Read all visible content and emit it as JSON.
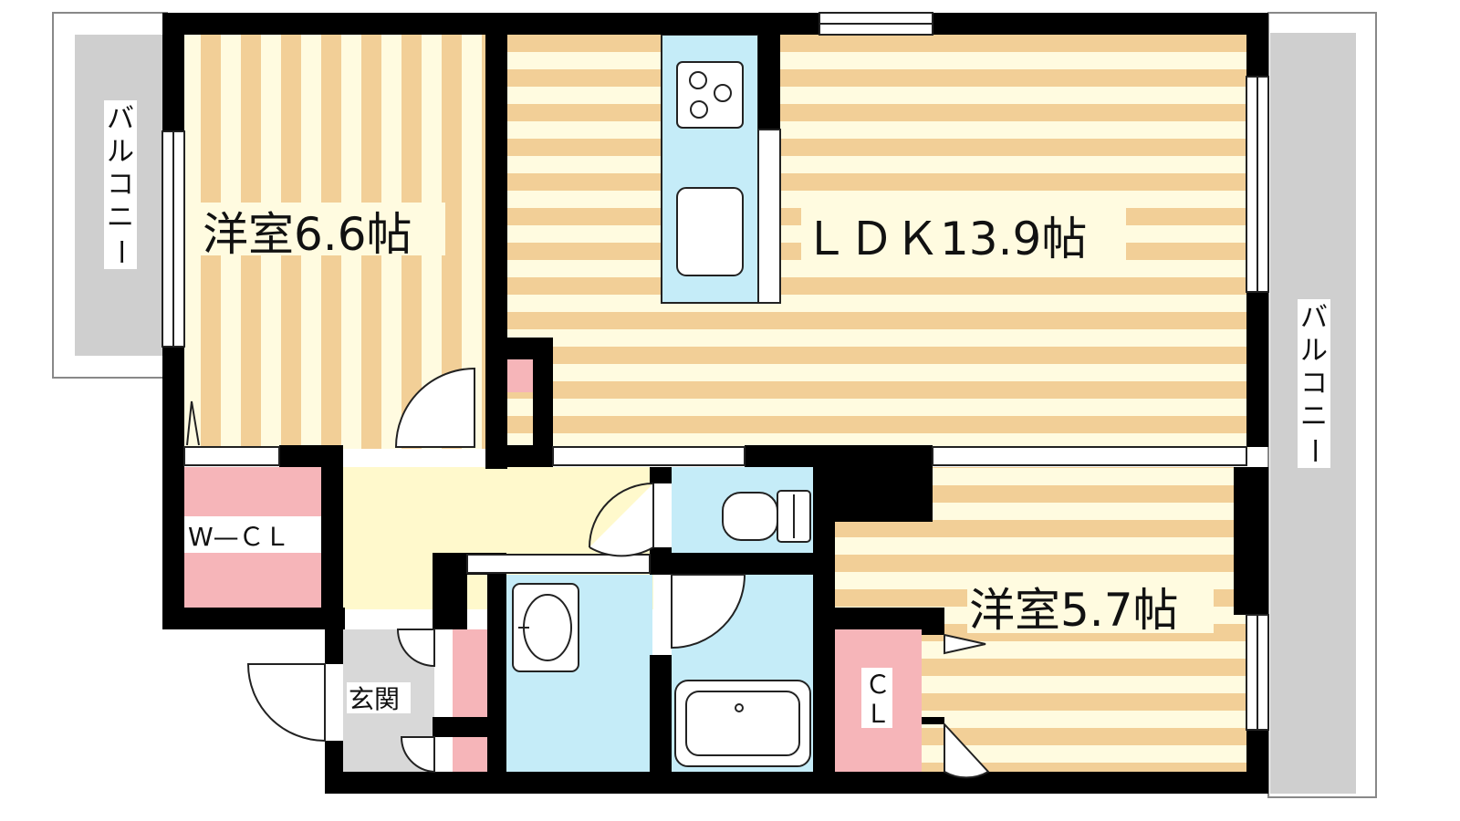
{
  "rooms": {
    "western_room_1": "洋室6.6帖",
    "ldk": "ＬＤＫ13.9帖",
    "western_room_2": "洋室5.7帖",
    "walk_in_closet": "W—ＣＬ",
    "closet_line1": "Ｃ",
    "closet_line2": "Ｌ",
    "entrance": "玄関"
  },
  "balcony_left": [
    "バ",
    "ル",
    "コ",
    "ニ",
    "ー"
  ],
  "balcony_right": [
    "バ",
    "ル",
    "コ",
    "ニ",
    "ー"
  ],
  "colors": {
    "wall": "#000000",
    "floor_stripe": "#f2cf97",
    "floor_base": "#fffbe0",
    "wet_area": "#c5ecf8",
    "storage": "#f6b5b9",
    "corridor": "#fff9cc",
    "entrance": "#d8d8d8",
    "balcony": "#cfcfcf"
  }
}
